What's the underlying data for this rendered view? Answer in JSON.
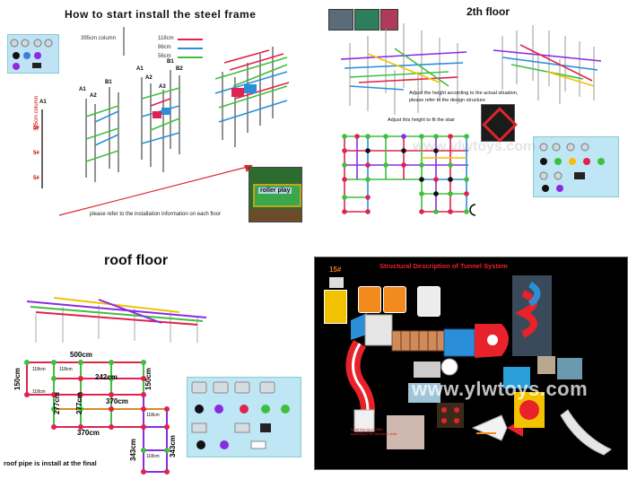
{
  "top_left": {
    "title": "How to start install the steel frame",
    "column_note": "395cm column",
    "legend": [
      "118cm",
      "86cm",
      "56cm"
    ],
    "column_height_label": "395cm column",
    "markers": [
      "5#",
      "5#",
      "5#"
    ],
    "stage_labels": {
      "stage1": [
        "A1"
      ],
      "stage2": [
        "A1",
        "A2",
        "B1"
      ],
      "stage3": [
        "A1",
        "A2",
        "A3",
        "B1",
        "B2"
      ]
    },
    "bottom_note": "please refer to the installation information on each floor",
    "inset_label": "roller play",
    "colors": {
      "c118": "#e0224f",
      "c86": "#2a8fd8",
      "c56": "#3fbf3f",
      "arrow": "#d9262c"
    }
  },
  "top_right": {
    "title": "2th floor",
    "note1": "Adjust the height according to the actual situation,",
    "note2": "please refer to the design structure",
    "stair_note": "Adjust this height to fit the stair",
    "watermark": "www.ylwtoys.com"
  },
  "bottom_left": {
    "title": "roof floor",
    "dims": {
      "top": "500cm",
      "left": "150cm",
      "right": "150cm",
      "seg1": "118cm",
      "seg2": "118cm",
      "seg3": "118cm",
      "mid": "242cm",
      "v1": "277cm",
      "v2": "277cm",
      "bottom_mid": "370cm",
      "bottom": "370cm",
      "ext1": "118cm",
      "vert_a": "343cm",
      "vert_b": "343cm",
      "ext2": "118cm"
    },
    "footer": "roof pipe is install at the final"
  },
  "bottom_right": {
    "title": "Structural Description of Tunnel System",
    "part_label": "15#",
    "small_note1": "Install flow top for lifted",
    "small_note2": "according to the instructure seals",
    "watermark": "www.ylwtoys.com"
  }
}
